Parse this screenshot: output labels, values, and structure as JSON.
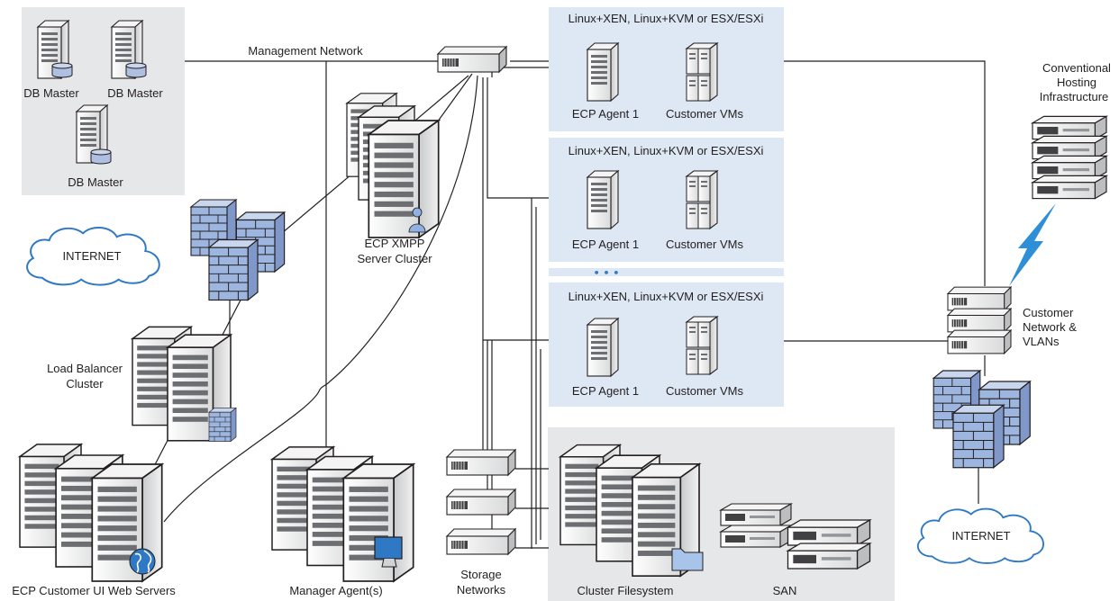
{
  "labels": {
    "db_master_1": "DB Master",
    "db_master_2": "DB Master",
    "db_master_3": "DB Master",
    "management_network": "Management Network",
    "internet_left": "INTERNET",
    "load_balancer": [
      "Load Balancer",
      "Cluster"
    ],
    "web_servers": "ECP Customer UI Web Servers",
    "xmpp": [
      "ECP XMPP",
      "Server Cluster"
    ],
    "manager_agents": "Manager Agent(s)",
    "storage_networks": [
      "Storage",
      "Networks"
    ],
    "hypervisor_1": "Linux+XEN, Linux+KVM or ESX/ESXi",
    "hypervisor_2": "Linux+XEN, Linux+KVM or ESX/ESXi",
    "hypervisor_3": "Linux+XEN, Linux+KVM or ESX/ESXi",
    "ecp_agent_1": "ECP Agent 1",
    "ecp_agent_2": "ECP Agent 1",
    "ecp_agent_3": "ECP Agent 1",
    "customer_vms_1": "Customer VMs",
    "customer_vms_2": "Customer VMs",
    "customer_vms_3": "Customer VMs",
    "ellipsis": "• • •",
    "cluster_filesystem": "Cluster Filesystem",
    "san": "SAN",
    "conventional_hosting": [
      "Conventional",
      "Hosting",
      "Infrastructure"
    ],
    "customer_network": [
      "Customer",
      "Network &",
      "VLANs"
    ],
    "internet_right": "INTERNET"
  },
  "colors": {
    "panel_gray": "#e6e7e8",
    "panel_blue": "#dde8f4",
    "firewall": "#9db6e0",
    "cloud_stroke": "#2f78c4",
    "lightning": "#2f8fd6",
    "line": "#231f20"
  }
}
